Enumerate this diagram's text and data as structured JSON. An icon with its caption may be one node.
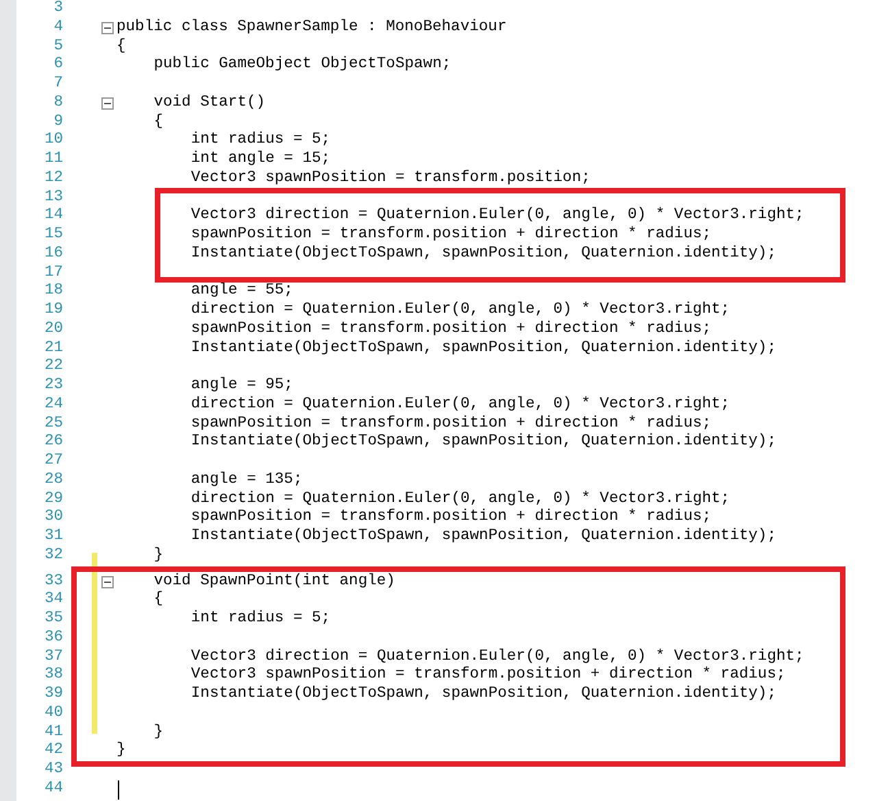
{
  "diagram": {
    "labels": [
      "3",
      "4",
      "public class SpawnerSample : MonoBehaviour",
      "5",
      "{",
      "6",
      "public GameObject ObjectToSpawn;",
      "7",
      "8",
      "void Start()",
      "9",
      "{",
      "10",
      "int radius = 5;",
      "11",
      "int angle = 15;",
      "12",
      "Vector3 spawnPosition = transform.position;",
      "13",
      "14",
      "Vector3 direction = Quaternion.Euler(0, angle, 0) * Vector3.right;",
      "15",
      "spawnPosition = transform.position + direction * radius;",
      "16",
      "Instantiate(ObjectToSpawn, spawnPosition, Quaternion.identity);",
      "17",
      "18",
      "angle = 55;",
      "19",
      "direction = Quaternion.Euler(0, angle, 0) * Vector3.right;",
      "20",
      "spawnPosition = transform.position + direction * radius;",
      "21",
      "Instantiate(ObjectToSpawn, spawnPosition, Quaternion.identity);",
      "22",
      "23",
      "angle = 95;",
      "24",
      "direction = Quaternion.Euler(0, angle, 0) * Vector3.right;",
      "25",
      "spawnPosition = transform.position + direction * radius;",
      "26",
      "Instantiate(ObjectToSpawn, spawnPosition, Quaternion.identity);",
      "27",
      "28",
      "angle = 135;",
      "29",
      "direction = Quaternion.Euler(0, angle, 0) * Vector3.right;",
      "30",
      "spawnPosition = transform.position + direction * radius;",
      "31",
      "Instantiate(ObjectToSpawn, spawnPosition, Quaternion.identity);",
      "32",
      "}",
      "33",
      "void SpawnPoint(int angle)",
      "34",
      "{",
      "35",
      "int radius = 5;",
      "36",
      "37",
      "Vector3 direction = Quaternion.Euler(0, angle, 0) * Vector3.right;",
      "38",
      "Vector3 spawnPosition = transform.position + direction * radius;",
      "39",
      "Instantiate(ObjectToSpawn, spawnPosition, Quaternion.identity);",
      "40",
      "41",
      "}",
      "42",
      "}",
      "43",
      "44"
    ]
  }
}
